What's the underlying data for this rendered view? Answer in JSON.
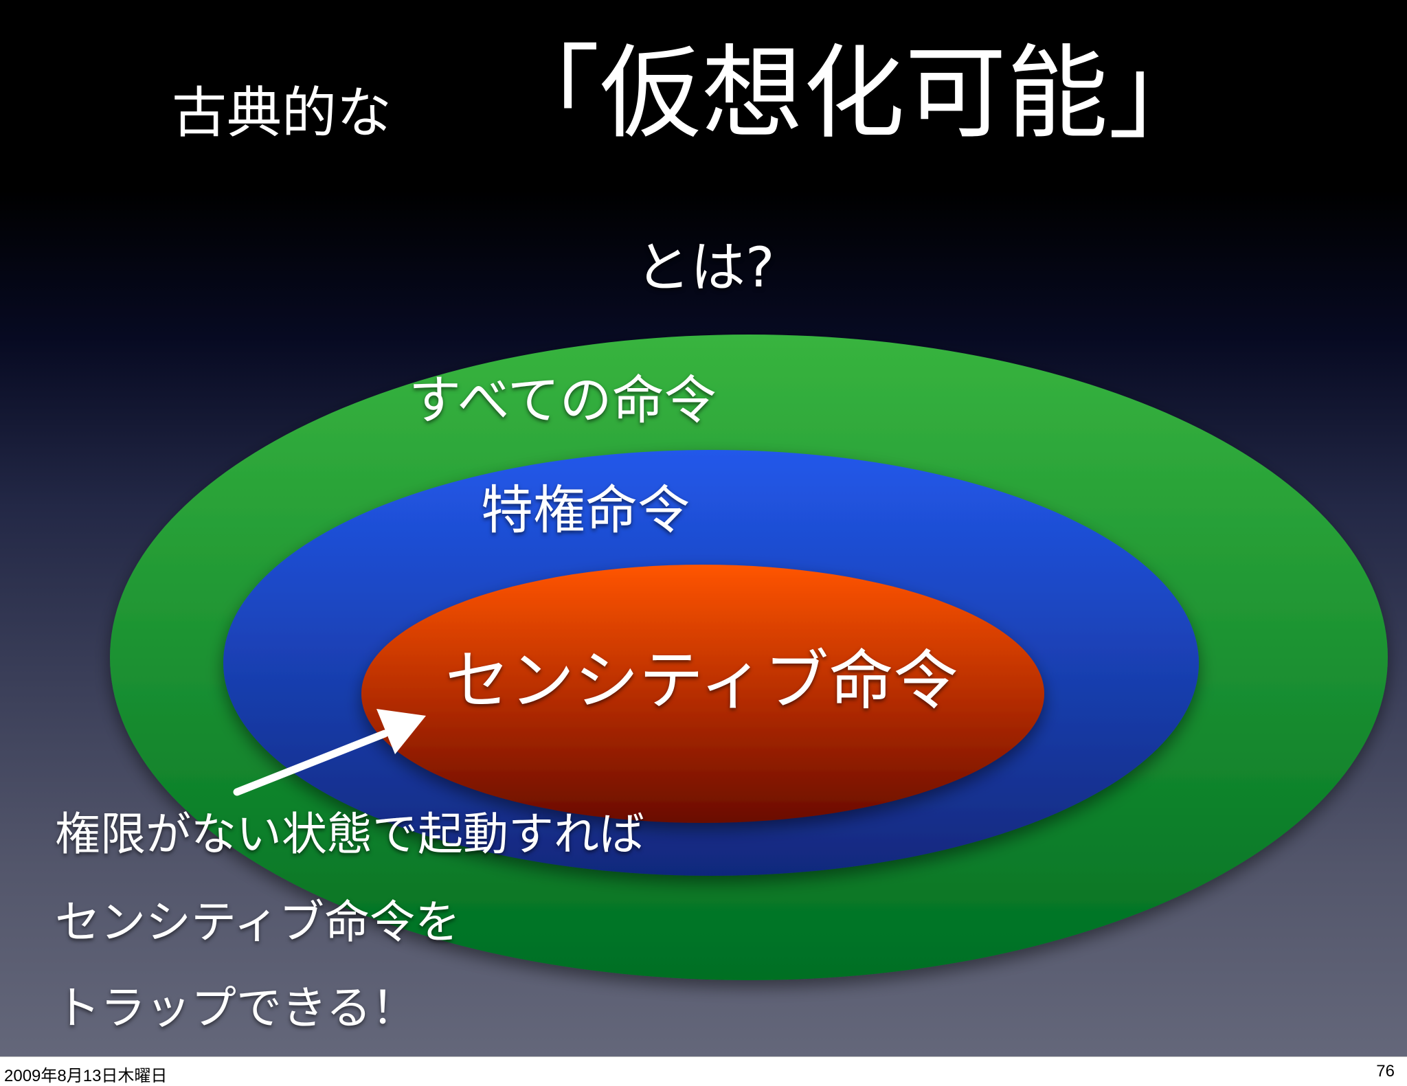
{
  "slide": {
    "title_prefix": "古典的な",
    "title_main": "「仮想化可能」",
    "title_suffix": "とは?"
  },
  "diagram": {
    "outer": {
      "label": "すべての命令",
      "color": "#2fa43a"
    },
    "middle": {
      "label": "特権命令",
      "color": "#1f4fd0"
    },
    "inner": {
      "label": "センシティブ命令",
      "color": "#e24a0c"
    }
  },
  "note": {
    "line1": "権限がない状態で起動すれば",
    "line2": "センシティブ命令を",
    "line3": "トラップできる！"
  },
  "footer": {
    "date": "2009年8月13日木曜日",
    "page": "76"
  }
}
